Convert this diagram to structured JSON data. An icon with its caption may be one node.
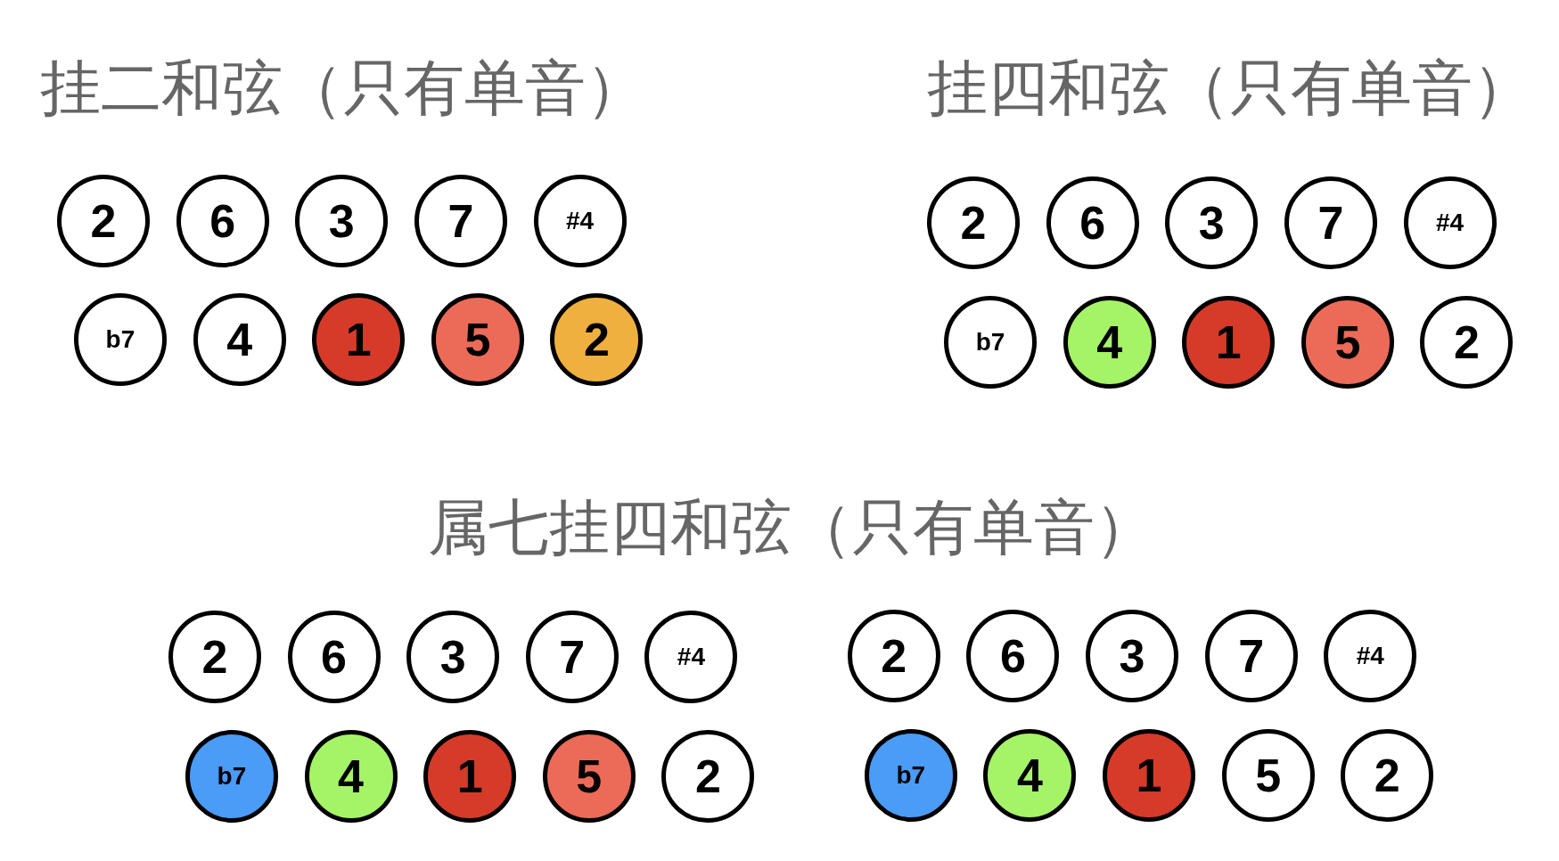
{
  "diagram": {
    "nodes": [
      {
        "text": [
          "2"
        ]
      },
      {
        "text": [
          "6"
        ]
      },
      {
        "text": [
          "3"
        ]
      },
      {
        "text": [
          "7"
        ]
      },
      {
        "text": [
          "#4"
        ]
      },
      {
        "text": [
          "b7"
        ]
      },
      {
        "text": [
          "4"
        ]
      },
      {
        "text": [
          "1"
        ]
      },
      {
        "text": [
          "5"
        ]
      },
      {
        "text": [
          "2"
        ]
      },
      {
        "text": [
          "2"
        ]
      },
      {
        "text": [
          "6"
        ]
      },
      {
        "text": [
          "3"
        ]
      },
      {
        "text": [
          "7"
        ]
      },
      {
        "text": [
          "#4"
        ]
      },
      {
        "text": [
          "b7"
        ]
      },
      {
        "text": [
          "4"
        ]
      },
      {
        "text": [
          "1"
        ]
      },
      {
        "text": [
          "5"
        ]
      },
      {
        "text": [
          "2"
        ]
      },
      {
        "text": [
          "2"
        ]
      },
      {
        "text": [
          "6"
        ]
      },
      {
        "text": [
          "3"
        ]
      },
      {
        "text": [
          "7"
        ]
      },
      {
        "text": [
          "#4"
        ]
      },
      {
        "text": [
          "b7"
        ]
      },
      {
        "text": [
          "4"
        ]
      },
      {
        "text": [
          "1"
        ]
      },
      {
        "text": [
          "5"
        ]
      },
      {
        "text": [
          "2"
        ]
      },
      {
        "text": [
          "2"
        ]
      },
      {
        "text": [
          "6"
        ]
      },
      {
        "text": [
          "3"
        ]
      },
      {
        "text": [
          "7"
        ]
      },
      {
        "text": [
          "#4"
        ]
      },
      {
        "text": [
          "b7"
        ]
      },
      {
        "text": [
          "4"
        ]
      },
      {
        "text": [
          "1"
        ]
      },
      {
        "text": [
          "5"
        ]
      },
      {
        "text": [
          "2"
        ]
      }
    ],
    "labels": [
      "挂二和弦（只有单音）",
      "挂四和弦（只有单音）",
      "属七挂四和弦（只有单音）"
    ]
  }
}
